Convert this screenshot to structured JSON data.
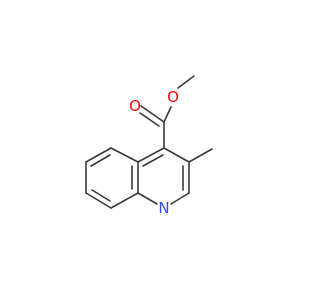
{
  "molecule": {
    "atoms": [
      {
        "id": "o_carbonyl",
        "label": "O",
        "color": "#ff0d0d"
      },
      {
        "id": "o_ester",
        "label": "O",
        "color": "#ff0d0d"
      },
      {
        "id": "n_ring",
        "label": "N",
        "color": "#3050f8"
      }
    ],
    "bond_color": "#3a3a3a"
  }
}
